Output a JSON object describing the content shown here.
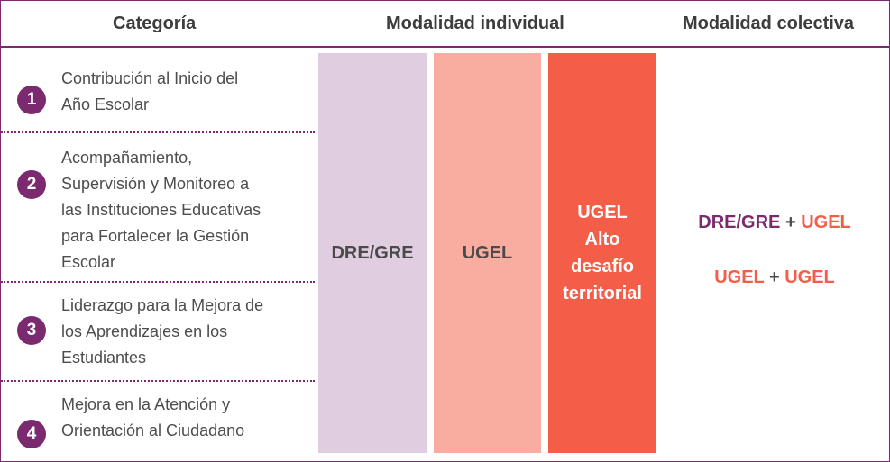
{
  "header": {
    "categoria": "Categoría",
    "individual": "Modalidad individual",
    "colectiva": "Modalidad colectiva"
  },
  "categories": [
    {
      "num": "1",
      "text": "Contribución al Inicio del\nAño Escolar"
    },
    {
      "num": "2",
      "text": "Acompañamiento,\nSupervisión y Monitoreo a\nlas Instituciones Educativas\npara Fortalecer la Gestión\nEscolar"
    },
    {
      "num": "3",
      "text": "Liderazgo para la Mejora de\nlos Aprendizajes en los\nEstudiantes"
    },
    {
      "num": "4",
      "text": "Mejora en la Atención y\nOrientación al Ciudadano"
    }
  ],
  "individual": {
    "dre": "DRE/GRE",
    "ugel": "UGEL",
    "ugel_alto": [
      "UGEL",
      "Alto",
      "desafío",
      "territorial"
    ]
  },
  "colectiva": {
    "row1": {
      "left": "DRE/GRE",
      "plus": "+",
      "right": "UGEL"
    },
    "row2": {
      "left": "UGEL",
      "plus": "+",
      "right": "UGEL"
    }
  },
  "colors": {
    "purple": "#7b2a6f",
    "lilac": "#e0cde0",
    "salmon": "#f9ada1",
    "coral": "#f45d48"
  }
}
